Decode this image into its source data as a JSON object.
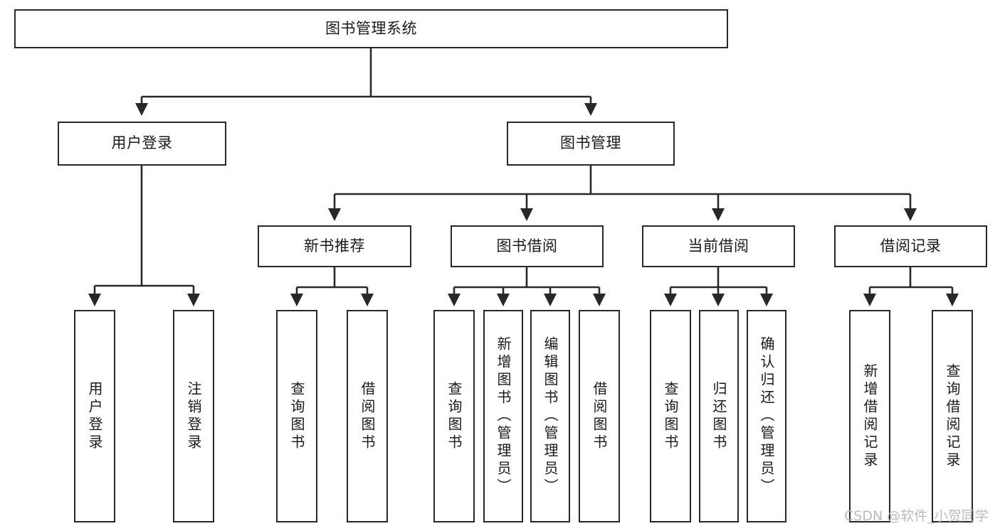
{
  "diagram": {
    "title": "图书管理系统",
    "type": "tree-hierarchy-chart",
    "stroke_color": "#26282b",
    "fill_color": "#ffffff",
    "text_color": "#1a1a1a"
  },
  "nodes": {
    "root": {
      "label": "图书管理系统"
    },
    "level2": [
      {
        "label": "用户登录"
      },
      {
        "label": "图书管理"
      }
    ],
    "level3": [
      {
        "label": "新书推荐"
      },
      {
        "label": "图书借阅"
      },
      {
        "label": "当前借阅"
      },
      {
        "label": "借阅记录"
      }
    ],
    "leaves": {
      "user_login": [
        {
          "label": "用户登录"
        },
        {
          "label": "注销登录"
        }
      ],
      "new_book_rec": [
        {
          "label": "查询图书"
        },
        {
          "label": "借阅图书"
        }
      ],
      "book_borrow": [
        {
          "label": "查询图书"
        },
        {
          "label": "新增图书（管理员）"
        },
        {
          "label": "编辑图书（管理员）"
        },
        {
          "label": "借阅图书"
        }
      ],
      "current_borrow": [
        {
          "label": "查询图书"
        },
        {
          "label": "归还图书"
        },
        {
          "label": "确认归还（管理员）"
        }
      ],
      "borrow_record": [
        {
          "label": "新增借阅记录"
        },
        {
          "label": "查询借阅记录"
        }
      ]
    }
  },
  "watermark": {
    "text": "CSDN @软件_小贺同学"
  }
}
